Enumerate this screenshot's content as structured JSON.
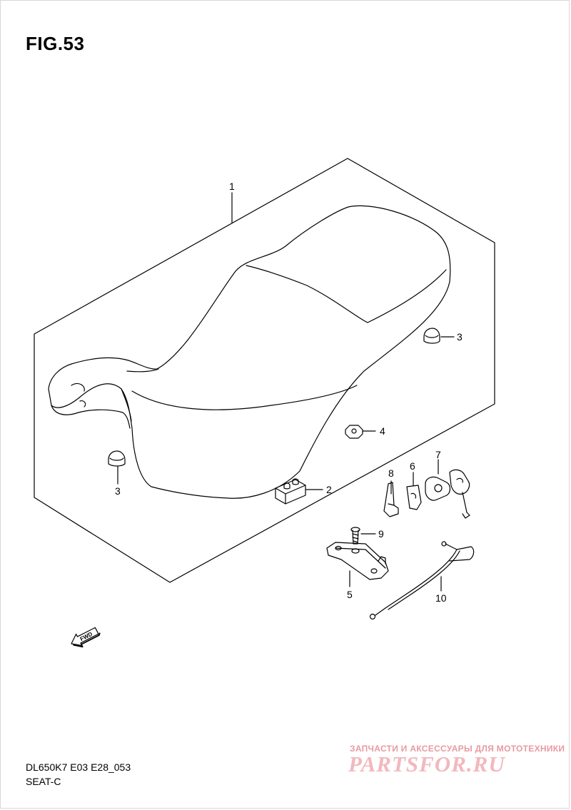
{
  "figure": {
    "title": "FIG.53"
  },
  "callouts": {
    "p1": "1",
    "p2": "2",
    "p3a": "3",
    "p3b": "3",
    "p4": "4",
    "p5": "5",
    "p6": "6",
    "p7": "7",
    "p8": "8",
    "p9": "9",
    "p10": "10"
  },
  "fwd_arrow": {
    "label": "FWD"
  },
  "footer": {
    "model_code": "DL650K7 E03 E28_053",
    "section": "SEAT-C"
  },
  "watermark": {
    "tagline": "ЗАПЧАСТИ И АКСЕССУАРЫ ДЛЯ МОТОТЕХНИКИ",
    "logo": "PARTSFOR.RU",
    "color": "#f2b8bd"
  }
}
